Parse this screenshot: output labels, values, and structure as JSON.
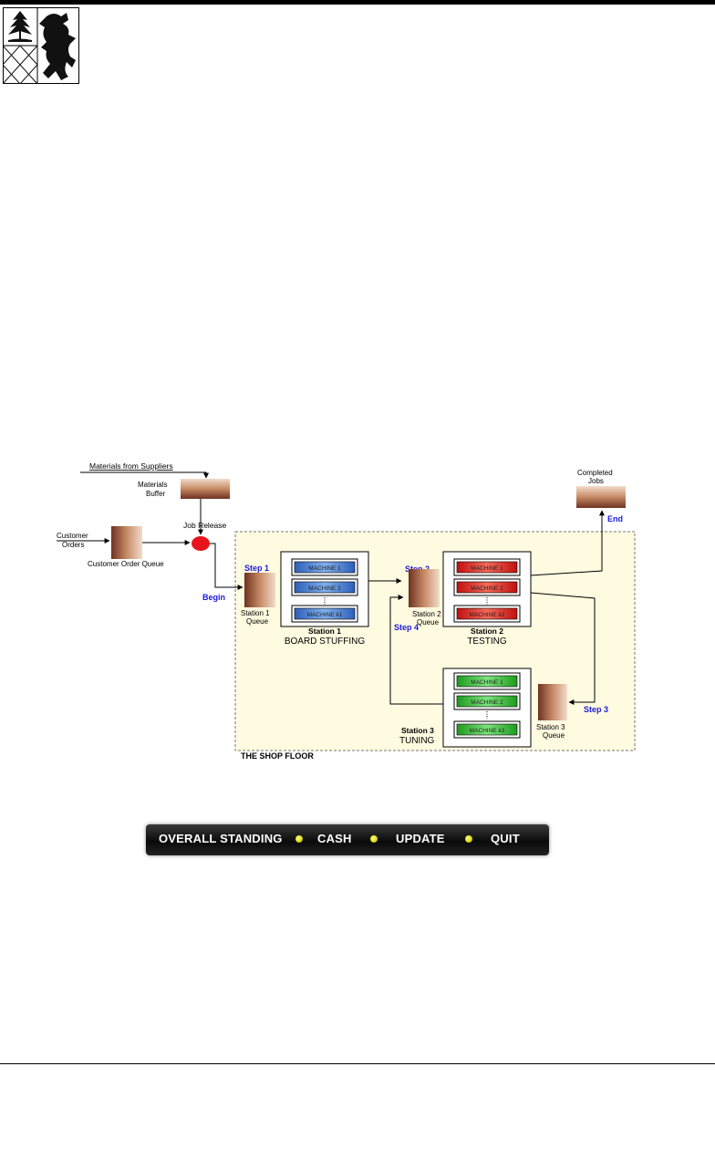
{
  "diagram": {
    "materials_from_suppliers": "Materials from Suppliers",
    "materials_buffer_line1": "Materials",
    "materials_buffer_line2": "Buffer",
    "job_release": "Job Release",
    "customer_orders_line1": "Customer",
    "customer_orders_line2": "Orders",
    "customer_order_queue": "Customer Order Queue",
    "completed_jobs_line1": "Completed",
    "completed_jobs_line2": "Jobs",
    "end": "End",
    "begin": "Begin",
    "step1": "Step 1",
    "step2": "Step 2",
    "step3": "Step 3",
    "step4": "Step 4",
    "station1_queue_line1": "Station 1",
    "station1_queue_line2": "Queue",
    "station2_queue_line1": "Station 2",
    "station2_queue_line2": "Queue",
    "station3_queue_line1": "Station 3",
    "station3_queue_line2": "Queue",
    "station1_label": "Station 1",
    "station1_name": "BOARD STUFFING",
    "station2_label": "Station 2",
    "station2_name": "TESTING",
    "station3_label": "Station 3",
    "station3_name": "TUNING",
    "machine1": "MACHINE 1",
    "machine2": "MACHINE 2",
    "machine_k1": "MACHINE k1",
    "machine_k2": "MACHINE k2",
    "machine_k3": "MACHINE k3",
    "shop_floor": "THE SHOP FLOOR"
  },
  "nav": {
    "overall_standing": "OVERALL STANDING",
    "cash": "CASH",
    "update": "UPDATE",
    "quit": "QUIT"
  },
  "colors": {
    "step_blue": "#1a1adc",
    "machine_blue": "#3f79d6",
    "machine_red": "#e0201c",
    "machine_green": "#2fb52f",
    "queue_brown": "#9c5a3c",
    "shop_floor_bg": "#fffbe0",
    "release_red": "#e8141c",
    "nav_dot": "#e8e800"
  }
}
